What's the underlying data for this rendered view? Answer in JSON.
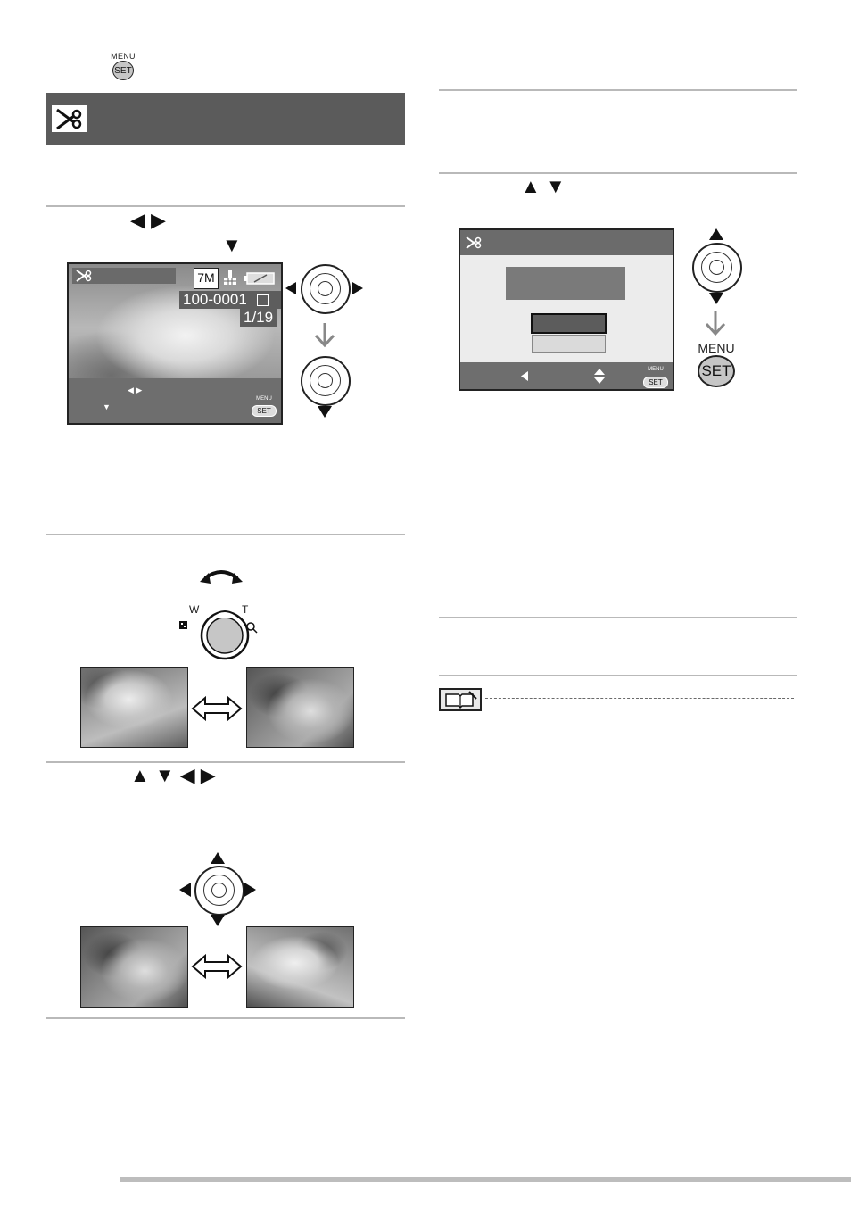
{
  "header": {
    "menu_label": "MENU",
    "set_label": "SET"
  },
  "left": {
    "step1": {
      "arrows_row1": "◀ ▶",
      "arrow_row2": "▼"
    },
    "screen1": {
      "osd_size": "7M",
      "osd_file": "100-0001",
      "osd_count": "1/19",
      "menu_label": "MENU",
      "set_label": "SET"
    },
    "step2": {
      "zoom_w": "W",
      "zoom_t": "T"
    },
    "step3": {
      "arrows": "▲ ▼ ◀ ▶"
    }
  },
  "right": {
    "step_arrows": "▲ ▼",
    "screen2": {
      "menu_label": "MENU",
      "set_label": "SET"
    },
    "side_menu_label": "MENU",
    "side_set_label": "SET"
  }
}
